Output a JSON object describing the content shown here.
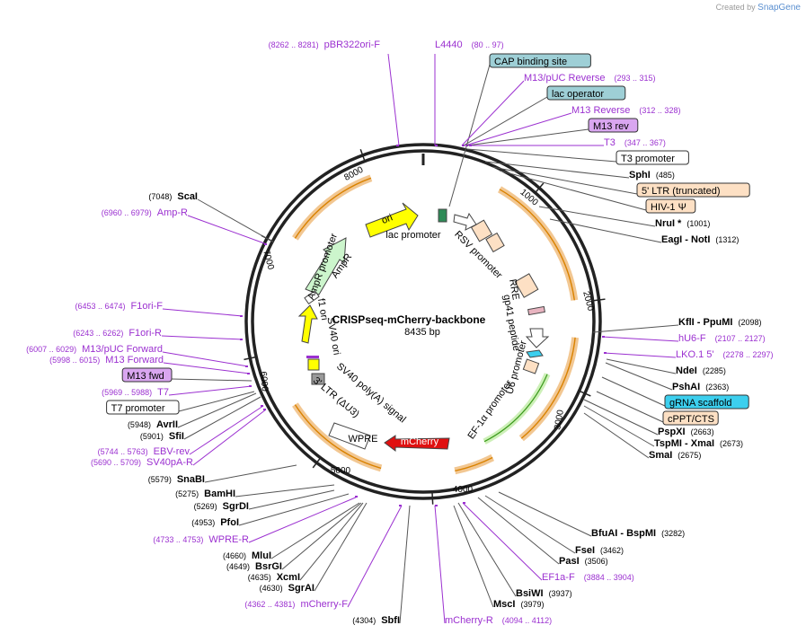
{
  "credit": {
    "prefix": "Created by",
    "brand": "SnapGene"
  },
  "plasmid": {
    "name": "CRISPseq-mCherry-backbone",
    "length": "8435 bp"
  },
  "colors": {
    "primer": "#9b30d0",
    "enzyme": "#000000",
    "backbone": "#222222"
  },
  "ticks": [
    "1000",
    "2000",
    "3000",
    "4000",
    "5000",
    "6000",
    "7000",
    "8000"
  ],
  "labels": [
    {
      "kind": "primer",
      "range": "(8262 .. 8281)",
      "name": "pBR322ori-F"
    },
    {
      "kind": "primer",
      "range": "(80 .. 97)",
      "name": "L4440",
      "name_first": true
    },
    {
      "kind": "box",
      "name": "CAP binding site",
      "fill": "#9ecfd6"
    },
    {
      "kind": "primer",
      "range": "(293 .. 315)",
      "name": "M13/pUC Reverse",
      "name_first": true
    },
    {
      "kind": "box",
      "name": "lac operator",
      "fill": "#9ecfd6"
    },
    {
      "kind": "primer",
      "range": "(312 .. 328)",
      "name": "M13 Reverse",
      "name_first": true
    },
    {
      "kind": "box",
      "name": "M13 rev",
      "fill": "#d9a6f0"
    },
    {
      "kind": "primer",
      "range": "(347 .. 367)",
      "name": "T3",
      "name_first": true
    },
    {
      "kind": "box",
      "name": "T3 promoter",
      "fill": "#ffffff"
    },
    {
      "kind": "enzyme",
      "name": "SphI",
      "pos": "(485)"
    },
    {
      "kind": "box",
      "name": "5' LTR (truncated)",
      "fill": "#fde0c4"
    },
    {
      "kind": "box",
      "name": "HIV-1 Ψ",
      "fill": "#fde0c4"
    },
    {
      "kind": "enzyme",
      "name": "NruI *",
      "pos": "(1001)"
    },
    {
      "kind": "enzyme",
      "name": "EagI   - NotI",
      "pos": "(1312)"
    },
    {
      "kind": "enzyme",
      "name": "KflI   - PpuMI",
      "pos": "(2098)"
    },
    {
      "kind": "primer",
      "range": "(2107 .. 2127)",
      "name": "hU6-F",
      "name_first": true
    },
    {
      "kind": "primer",
      "range": "(2278 .. 2297)",
      "name": "LKO.1 5'",
      "name_first": true
    },
    {
      "kind": "enzyme",
      "name": "NdeI",
      "pos": "(2285)"
    },
    {
      "kind": "enzyme",
      "name": "PshAI",
      "pos": "(2363)"
    },
    {
      "kind": "box",
      "name": "gRNA scaffold",
      "fill": "#3ccfee"
    },
    {
      "kind": "box",
      "name": "cPPT/CTS",
      "fill": "#fde0c4"
    },
    {
      "kind": "enzyme",
      "name": "PspXI",
      "pos": "(2663)"
    },
    {
      "kind": "enzyme",
      "name": "TspMI   - XmaI",
      "pos": "(2673)"
    },
    {
      "kind": "enzyme",
      "name": "SmaI",
      "pos": "(2675)"
    },
    {
      "kind": "enzyme",
      "name": "BfuAI   - BspMI",
      "pos": "(3282)"
    },
    {
      "kind": "enzyme",
      "name": "FseI",
      "pos": "(3462)"
    },
    {
      "kind": "enzyme",
      "name": "PasI",
      "pos": "(3506)"
    },
    {
      "kind": "primer",
      "range": "(3884 .. 3904)",
      "name": "EF1a-F",
      "name_first": true
    },
    {
      "kind": "enzyme",
      "name": "BsiWI",
      "pos": "(3937)"
    },
    {
      "kind": "enzyme",
      "name": "MscI",
      "pos": "(3979)"
    },
    {
      "kind": "primer",
      "range": "(4094 .. 4112)",
      "name": "mCherry-R",
      "name_first": true
    },
    {
      "kind": "enzyme",
      "name": "SbfI",
      "pos": "(4304)"
    },
    {
      "kind": "primer",
      "range": "(4362 .. 4381)",
      "name": "mCherry-F"
    },
    {
      "kind": "enzyme",
      "name": "SgrAI",
      "pos": "(4630)"
    },
    {
      "kind": "enzyme",
      "name": "XcmI",
      "pos": "(4635)"
    },
    {
      "kind": "enzyme",
      "name": "BsrGI",
      "pos": "(4649)"
    },
    {
      "kind": "enzyme",
      "name": "MluI",
      "pos": "(4660)"
    },
    {
      "kind": "primer",
      "range": "(4733 .. 4753)",
      "name": "WPRE-R"
    },
    {
      "kind": "enzyme",
      "name": "PfoI",
      "pos": "(4953)"
    },
    {
      "kind": "enzyme",
      "name": "SgrDI",
      "pos": "(5269)"
    },
    {
      "kind": "enzyme",
      "name": "BamHI",
      "pos": "(5275)"
    },
    {
      "kind": "enzyme",
      "name": "SnaBI",
      "pos": "(5579)"
    },
    {
      "kind": "primer",
      "range": "(5690 .. 5709)",
      "name": "SV40pA-R"
    },
    {
      "kind": "primer",
      "range": "(5744 .. 5763)",
      "name": "EBV-rev"
    },
    {
      "kind": "enzyme",
      "name": "SfiI",
      "pos": "(5901)"
    },
    {
      "kind": "enzyme",
      "name": "AvrII",
      "pos": "(5948)"
    },
    {
      "kind": "box",
      "name": "T7 promoter",
      "fill": "#ffffff"
    },
    {
      "kind": "primer",
      "range": "(5969 .. 5988)",
      "name": "T7"
    },
    {
      "kind": "box",
      "name": "M13 fwd",
      "fill": "#d9a6f0"
    },
    {
      "kind": "primer",
      "range": "(5998 .. 6015)",
      "name": "M13 Forward"
    },
    {
      "kind": "primer",
      "range": "(6007 .. 6029)",
      "name": "M13/pUC Forward"
    },
    {
      "kind": "primer",
      "range": "(6243 .. 6262)",
      "name": "F1ori-R"
    },
    {
      "kind": "primer",
      "range": "(6453 .. 6474)",
      "name": "F1ori-F"
    },
    {
      "kind": "primer",
      "range": "(6960 .. 6979)",
      "name": "Amp-R"
    },
    {
      "kind": "enzyme",
      "name": "ScaI",
      "pos": "(7048)"
    }
  ],
  "features": [
    {
      "name": "ori",
      "color": "#ffff00",
      "direction": "cw"
    },
    {
      "name": "AmpR",
      "color": "#ccf5cc",
      "direction": "ccw"
    },
    {
      "name": "f1 ori",
      "color": "#ffff00",
      "direction": "ccw"
    },
    {
      "name": "mCherry",
      "color": "#e01010",
      "direction": "ccw"
    },
    {
      "name": "WPRE",
      "color": "#ffffff",
      "direction": "none"
    },
    {
      "name": "RRE",
      "color": "#fde0c4",
      "direction": "none"
    },
    {
      "name": "gp41 peptide",
      "color": "#e8b4c0",
      "direction": "none"
    },
    {
      "name": "U6 promoter",
      "color": "#ffffff",
      "direction": "cw"
    },
    {
      "name": "EF-1α promoter",
      "color": "#cdf0b8",
      "direction": "cw"
    }
  ],
  "inner_labels": [
    "ori",
    "lac promoter",
    "RSV promoter",
    "RRE",
    "gp41 peptide",
    "U6 promoter",
    "EF-1α promoter",
    "mCherry",
    "WPRE",
    "3' LTR (ΔU3)",
    "SV40 poly(A) signal",
    "SV40 ori",
    "f1 ori",
    "AmpR promoter",
    "AmpR"
  ]
}
